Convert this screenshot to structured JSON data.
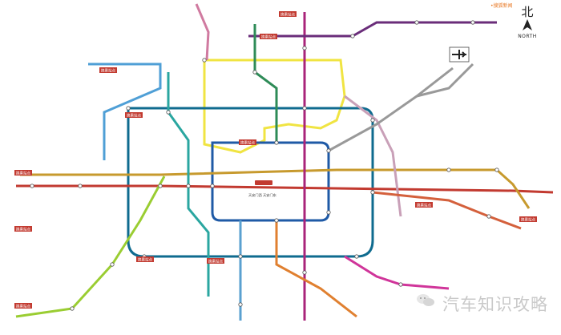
{
  "title": "",
  "compass": {
    "cn": "北",
    "en": "NORTH",
    "icon": "north-arrow-icon"
  },
  "brand_top": "•搜狐新闻",
  "watermark": "汽车知识攻略",
  "colors": {
    "line1": "#c23a30",
    "line2": "#1f5aa6",
    "line4": "#2aa6a0",
    "line5": "#a9247a",
    "line6": "#c79a2e",
    "line8": "#2e8b57",
    "line9": "#9acd32",
    "line10": "#0f6b8f",
    "line13": "#f0e442",
    "line14": "#c9a0b8",
    "line15": "#6a2d7a",
    "batong": "#d4603c",
    "fangshan": "#e08030",
    "yizhuang": "#d0359a",
    "changping": "#d07aa0",
    "airport": "#999999"
  },
  "icons": [
    "airplane-icon",
    "north-arrow-icon",
    "wechat-icon"
  ],
  "stations": [
    {
      "id": "tiananmen",
      "name": "天安门西 天安门东"
    }
  ],
  "line_tags": [
    "换乘站点",
    "换乘站点",
    "换乘站点",
    "换乘站点",
    "换乘站点",
    "换乘站点",
    "换乘站点",
    "换乘站点",
    "换乘站点",
    "换乘站点",
    "换乘站点",
    "换乘站点"
  ]
}
